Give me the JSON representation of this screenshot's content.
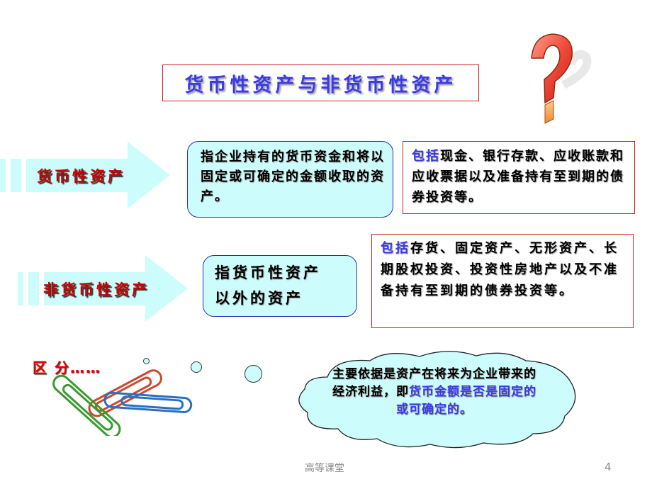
{
  "slide": {
    "title": "货币性资产与非货币性资产",
    "monetary": {
      "arrow_label": "货币性资产",
      "definition": "指企业持有的货币资金和将以固定或可确定的金额收取的资产。",
      "includes_keyword": "包括",
      "includes_text": "现金、银行存款、应收账款和应收票据以及准备持有至到期的债券投资等。"
    },
    "non_monetary": {
      "arrow_label": "非货币性资产",
      "definition_line1": "指货币性资产",
      "definition_line2": "以外的资产",
      "includes_keyword": "包括",
      "includes_text": "存货、固定资产、无形资产、长期股权投资、投资性房地产以及不准备持有至到期的债券投资等。"
    },
    "distinguish_label": "区 分……",
    "cloud": {
      "text_black": "主要依据是资产在将来为企业带来的经济利益，即",
      "text_blue": "货币金额是否是固定的或可确定的。"
    },
    "icons": {
      "question": "question-mark-icon",
      "paperclips": "paperclips-icon"
    }
  },
  "footer": {
    "source": "高等课堂",
    "page_number": "4"
  }
}
